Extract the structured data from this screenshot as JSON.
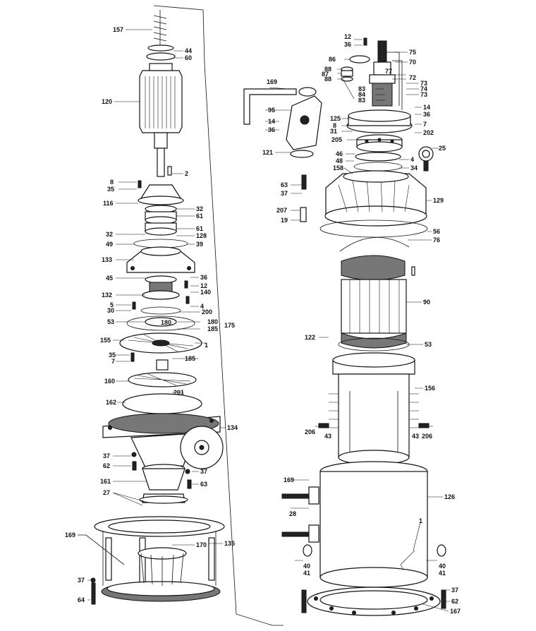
{
  "labels": {
    "l157": "157",
    "l44": "44",
    "l60": "60",
    "l120": "120",
    "l2": "2",
    "l8": "8",
    "l35": "35",
    "l116": "116",
    "l32a": "32",
    "l61a": "61",
    "l61b": "61",
    "l32b": "32",
    "l128": "128",
    "l49": "49",
    "l39": "39",
    "l133": "133",
    "l36": "36",
    "l45": "45",
    "l12": "12",
    "l140": "140",
    "l132": "132",
    "l5": "5",
    "l4": "4",
    "l30": "30",
    "l200": "200",
    "l53": "53",
    "l180a": "180",
    "l180b": "180",
    "l185a": "185",
    "l175": "175",
    "l155": "155",
    "l1": "1",
    "l35b": "35",
    "l7": "7",
    "l185b": "185",
    "l160": "160",
    "l201": "201",
    "l162": "162",
    "l134": "134",
    "l37": "37",
    "l62": "62",
    "l37b": "37",
    "l161": "161",
    "l63": "63",
    "l27": "27",
    "l169": "169",
    "l170": "170",
    "l135": "135",
    "l37c": "37",
    "l64": "64",
    "r12": "12",
    "r36": "36",
    "r75": "75",
    "r86": "86",
    "r70": "70",
    "r88a": "88",
    "r87": "87",
    "r77": "77",
    "r88b": "88",
    "r72": "72",
    "r83a": "83",
    "r73a": "73",
    "r84": "84",
    "r74": "74",
    "r83b": "83",
    "r73b": "73",
    "r169": "169",
    "r95": "95",
    "r14": "14",
    "r36b": "36",
    "r125": "125",
    "r14b": "14",
    "r36c": "36",
    "r8": "8",
    "r31": "31",
    "r7": "7",
    "r202": "202",
    "r205": "205",
    "r25": "25",
    "r121": "121",
    "r46": "46",
    "r4": "4",
    "r48": "48",
    "r34": "34",
    "r158": "158",
    "r63": "63",
    "r37": "37",
    "r129": "129",
    "r207": "207",
    "r19": "19",
    "r56": "56",
    "r76": "76",
    "r90": "90",
    "r122": "122",
    "r53": "53",
    "r156": "156",
    "r206a": "206",
    "r43a": "43",
    "r43b": "43",
    "r206b": "206",
    "r169b": "169",
    "r126": "126",
    "r28": "28",
    "r1": "1",
    "r40a": "40",
    "r41a": "41",
    "r40b": "40",
    "r41b": "41",
    "r37b": "37",
    "r62": "62",
    "r167": "167"
  }
}
